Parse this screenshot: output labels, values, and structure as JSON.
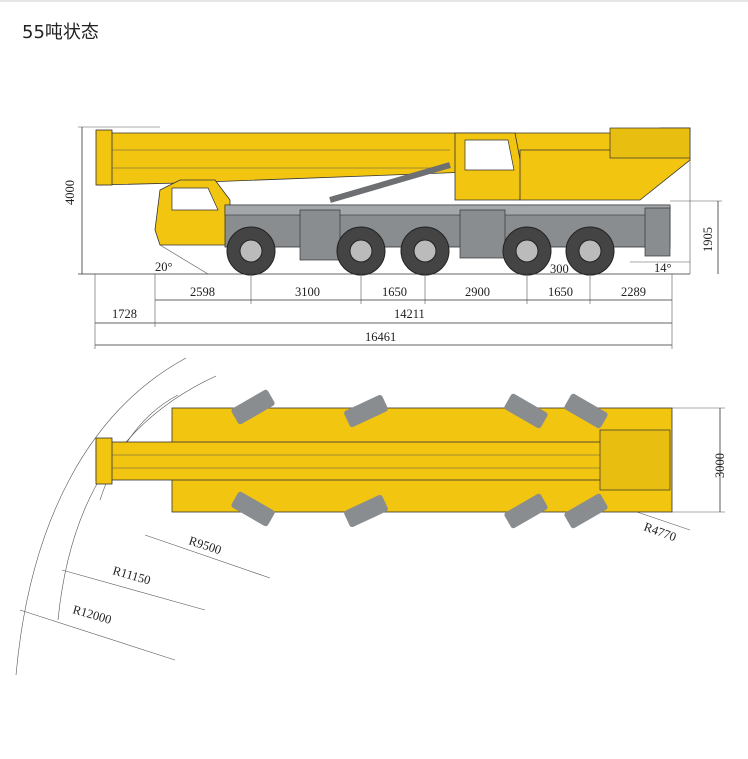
{
  "title": "55吨状态",
  "colors": {
    "crane": "#f2c511",
    "crane_dark": "#c99f00",
    "grey": "#8a8d90",
    "tire": "#444444",
    "line": "#333333"
  },
  "side_view": {
    "height_total": "4000",
    "height_chassis": "1905",
    "approach_angle": "20°",
    "departure_angle": "14°",
    "overhang": "300",
    "axle_spacings": [
      "2598",
      "3100",
      "1650",
      "2900",
      "1650",
      "2289"
    ],
    "front_overhang": "1728",
    "chassis_length": "14211",
    "total_length": "16461"
  },
  "top_view": {
    "width": "3000",
    "radii": [
      "R9500",
      "R11150",
      "R12000",
      "R4770"
    ]
  }
}
